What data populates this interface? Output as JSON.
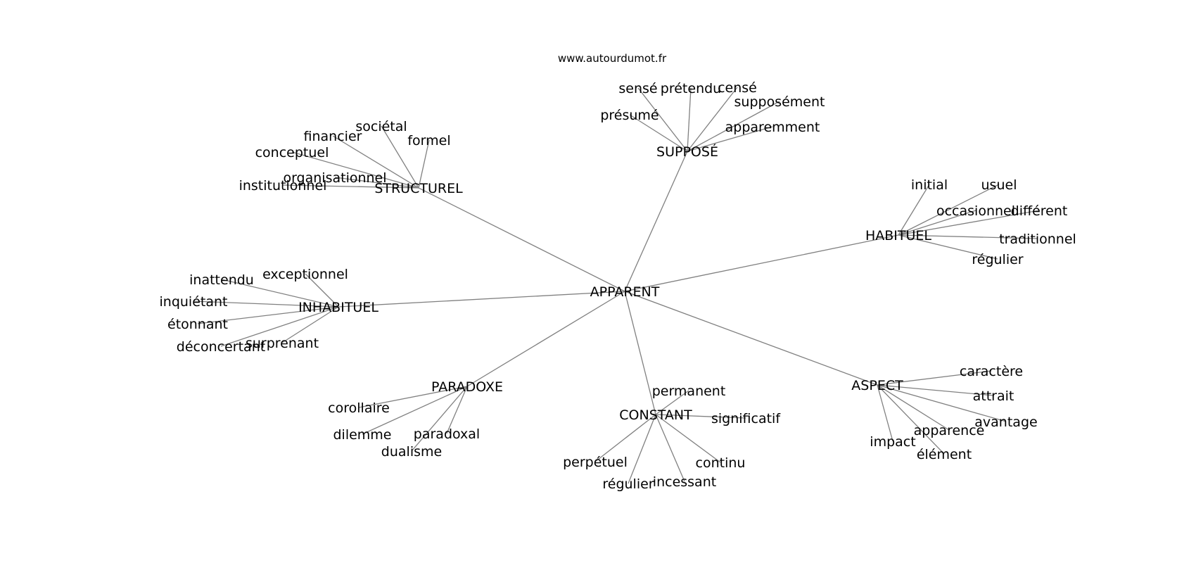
{
  "credit": "www.autourdumot.fr",
  "center": "APPARENT",
  "groups": [
    {
      "label": "SUPPOSÉ",
      "words": [
        "sensé",
        "prétendu",
        "censé",
        "supposément",
        "présumé",
        "apparemment"
      ]
    },
    {
      "label": "STRUCTUREL",
      "words": [
        "sociétal",
        "financier",
        "formel",
        "conceptuel",
        "organisationnel",
        "institutionnel"
      ]
    },
    {
      "label": "HABITUEL",
      "words": [
        "initial",
        "usuel",
        "occasionnel",
        "différent",
        "traditionnel",
        "régulier"
      ]
    },
    {
      "label": "INHABITUEL",
      "words": [
        "inattendu",
        "exceptionnel",
        "inquiétant",
        "étonnant",
        "déconcertant",
        "surprenant"
      ]
    },
    {
      "label": "PARADOXE",
      "words": [
        "corollaire",
        "dilemme",
        "paradoxal",
        "dualisme"
      ]
    },
    {
      "label": "CONSTANT",
      "words": [
        "permanent",
        "significatif",
        "perpétuel",
        "continu",
        "régulier",
        "incessant"
      ]
    },
    {
      "label": "ASPECT",
      "words": [
        "caractère",
        "attrait",
        "avantage",
        "apparence",
        "impact",
        "élément"
      ]
    }
  ]
}
